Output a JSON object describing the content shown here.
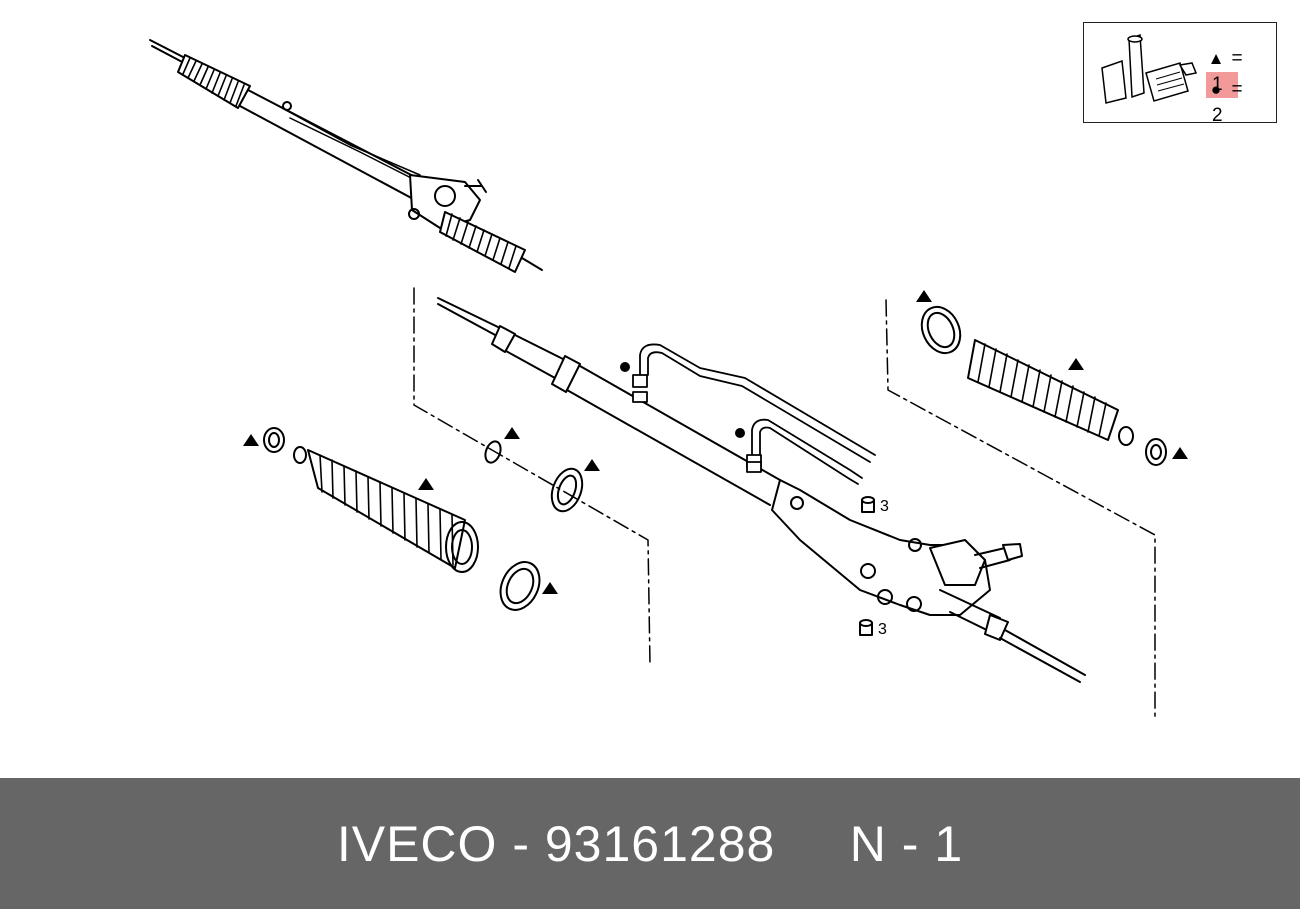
{
  "legend": {
    "rows": [
      {
        "symbol": "▲",
        "equals": "=",
        "value": "1",
        "highlighted": true
      },
      {
        "symbol": "●",
        "equals": "=",
        "value": "2",
        "highlighted": false
      }
    ],
    "highlight_color": "#f29a9a"
  },
  "callouts": {
    "upper_nut": "3",
    "lower_nut": "3"
  },
  "footer": {
    "brand": "IVECO",
    "separator": " - ",
    "part_number": "93161288",
    "suffix": "N - 1",
    "background_color": "#666666",
    "text_color": "#ffffff"
  }
}
